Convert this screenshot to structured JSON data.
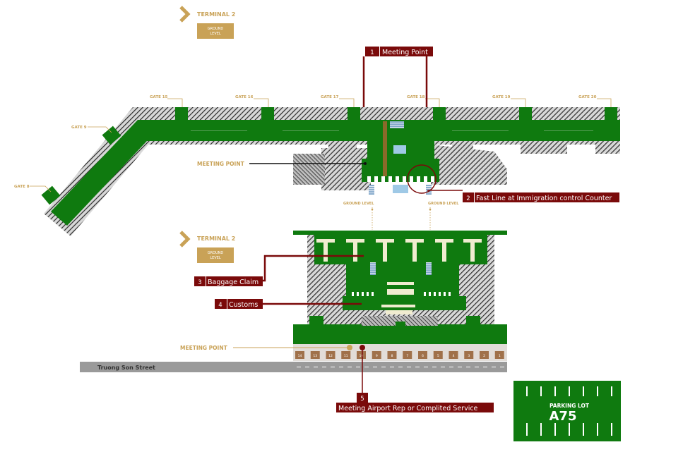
{
  "colors": {
    "floor": "#0f7a0f",
    "floor_dark": "#0a6a0a",
    "hatch": "#2b2b2b",
    "gold": "#c9a257",
    "maroon": "#7a0a0a",
    "road": "#9a9a9a",
    "sidewalk": "#e2ddd8"
  },
  "terminal_top": {
    "title": "TERMINAL 2",
    "level": [
      "GROUND",
      "LEVEL"
    ]
  },
  "terminal_bottom": {
    "title": "TERMINAL 2",
    "level": [
      "GROUND",
      "LEVEL"
    ]
  },
  "gates": [
    {
      "label": "GATE 15"
    },
    {
      "label": "GATE 16"
    },
    {
      "label": "GATE 17"
    },
    {
      "label": "GATE 18"
    },
    {
      "label": "GATE 19"
    },
    {
      "label": "GATE 20"
    },
    {
      "label": "GATE 9"
    },
    {
      "label": "GATE 8"
    }
  ],
  "labels": {
    "meeting_point_upper": "MEETING POINT",
    "meeting_point_lower": "MEETING POINT",
    "ground_level_left": "GROUND LEVEL",
    "ground_level_right": "GROUND LEVEL",
    "street": "Truong Son Street"
  },
  "callouts": [
    {
      "num": "1",
      "text": "Meeting Point"
    },
    {
      "num": "2",
      "text": "Fast Line at Immigration control Counter"
    },
    {
      "num": "3",
      "text": "Baggage Claim"
    },
    {
      "num": "4",
      "text": "Customs"
    },
    {
      "num": "5",
      "text": "Meeting Airport Rep or Complited Service"
    }
  ],
  "curb_numbers": [
    "14",
    "13",
    "12",
    "11",
    "10",
    "9",
    "8",
    "7",
    "6",
    "5",
    "4",
    "3",
    "2",
    "1"
  ],
  "parking": {
    "title": "PARKING LOT",
    "code": "A75"
  }
}
